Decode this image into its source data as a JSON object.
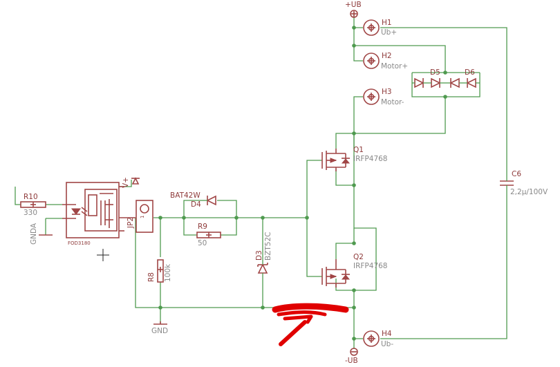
{
  "power": {
    "plus_label": "+UB",
    "minus_label": "-UB"
  },
  "headers": [
    {
      "ref": "H1",
      "value": "Ub+"
    },
    {
      "ref": "H2",
      "value": "Motor+"
    },
    {
      "ref": "H3",
      "value": "Motor-"
    },
    {
      "ref": "H4",
      "value": "Ub-"
    }
  ],
  "diodes": {
    "d5": "D5",
    "d6": "D6",
    "d4_ref": "D4",
    "d4_value": "BAT42W",
    "d3_ref": "D3",
    "d3_value": "BZT52C"
  },
  "transistors": [
    {
      "ref": "Q1",
      "value": "IRFP4768"
    },
    {
      "ref": "Q2",
      "value": "IRFP4768"
    }
  ],
  "capacitor": {
    "ref": "C6",
    "value": "2,2µ/100V"
  },
  "resistors": {
    "r10_ref": "R10",
    "r10_value": "330",
    "r9_ref": "R9",
    "r9_value": "50",
    "r8_ref": "R8",
    "r8_value": "100k"
  },
  "driver": {
    "part": "FOD3180",
    "vplus": "V+",
    "gnda": "GNDA"
  },
  "jumper": {
    "ref": "JP2",
    "pin": "1"
  },
  "ground": {
    "label": "GND"
  },
  "annotation": {
    "color": "#e00000"
  },
  "colors": {
    "wire": "#4f9a4f",
    "component": "#a04545",
    "annotation": "#e00000"
  }
}
